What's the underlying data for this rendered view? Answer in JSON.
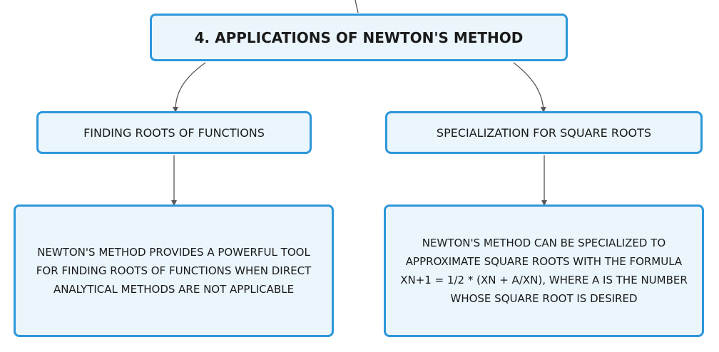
{
  "diagram": {
    "root": {
      "label": "4. APPLICATIONS OF NEWTON'S METHOD"
    },
    "branches": [
      {
        "label": "FINDING ROOTS OF FUNCTIONS",
        "detail": "NEWTON'S METHOD PROVIDES A POWERFUL TOOL FOR FINDING ROOTS OF FUNCTIONS WHEN DIRECT ANALYTICAL METHODS ARE NOT APPLICABLE"
      },
      {
        "label": "SPECIALIZATION FOR SQUARE ROOTS",
        "detail": "NEWTON'S METHOD CAN BE SPECIALIZED TO APPROXIMATE SQUARE ROOTS WITH THE FORMULA XN+1 = 1/2 * (XN + A/XN), WHERE A IS THE NUMBER WHOSE SQUARE ROOT IS DESIRED"
      }
    ],
    "colors": {
      "node_fill": "#eaf5fc",
      "node_border": "#2d97da",
      "connector": "#555555",
      "text": "#1a1a1a"
    }
  }
}
